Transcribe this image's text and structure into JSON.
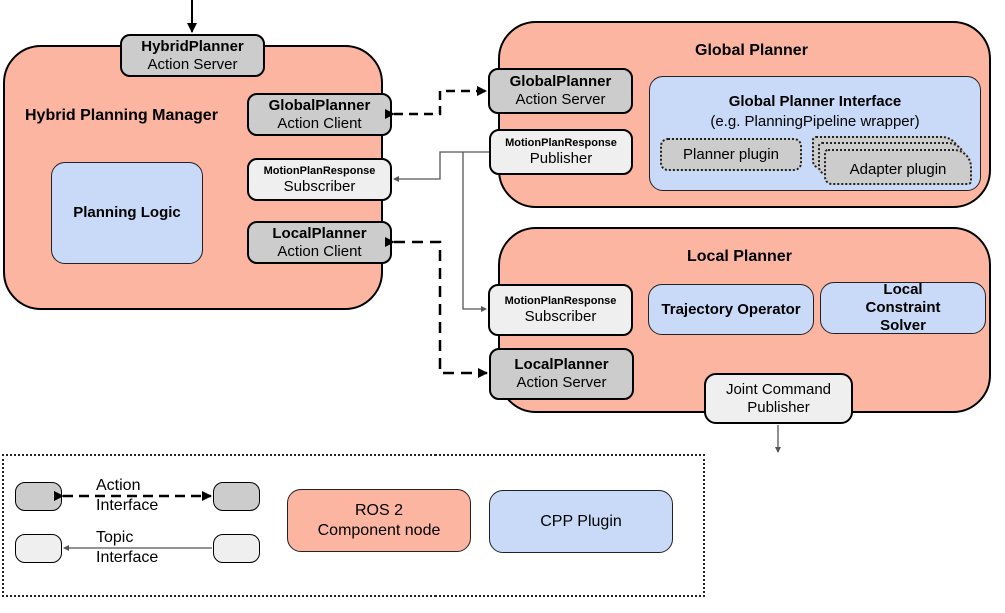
{
  "hybrid_manager": {
    "title": "Hybrid Planning Manager",
    "action_server": {
      "name": "HybridPlanner",
      "role": "Action Server"
    },
    "global_client": {
      "name": "GlobalPlanner",
      "role": "Action Client"
    },
    "mpr_subscriber": {
      "name": "MotionPlanResponse",
      "role": "Subscriber"
    },
    "local_client": {
      "name": "LocalPlanner",
      "role": "Action Client"
    },
    "logic": "Planning Logic"
  },
  "global_planner": {
    "title": "Global Planner",
    "action_server": {
      "name": "GlobalPlanner",
      "role": "Action Server"
    },
    "mpr_publisher": {
      "name": "MotionPlanResponse",
      "role": "Publisher"
    },
    "interface": {
      "title": "Global Planner Interface",
      "subtitle": "(e.g. PlanningPipeline wrapper)",
      "planner_plugin": "Planner plugin",
      "adapter_plugin": "Adapter plugin"
    }
  },
  "local_planner": {
    "title": "Local Planner",
    "mpr_subscriber": {
      "name": "MotionPlanResponse",
      "role": "Subscriber"
    },
    "action_server": {
      "name": "LocalPlanner",
      "role": "Action Server"
    },
    "trajectory_operator": "Trajectory Operator",
    "constraint_solver": "Local Constraint Solver",
    "joint_publisher": {
      "line1": "Joint Command",
      "line2": "Publisher"
    }
  },
  "legend": {
    "action": {
      "line1": "Action",
      "line2": "Interface"
    },
    "topic": {
      "line1": "Topic",
      "line2": "Interface"
    },
    "ros_node": {
      "line1": "ROS 2",
      "line2": "Component node"
    },
    "cpp_plugin": "CPP Plugin"
  },
  "colors": {
    "ros_node": "#fcb5a0",
    "cpp_plugin": "#c9daf8",
    "action_box": "#cccccc",
    "topic_box": "#efefef"
  }
}
